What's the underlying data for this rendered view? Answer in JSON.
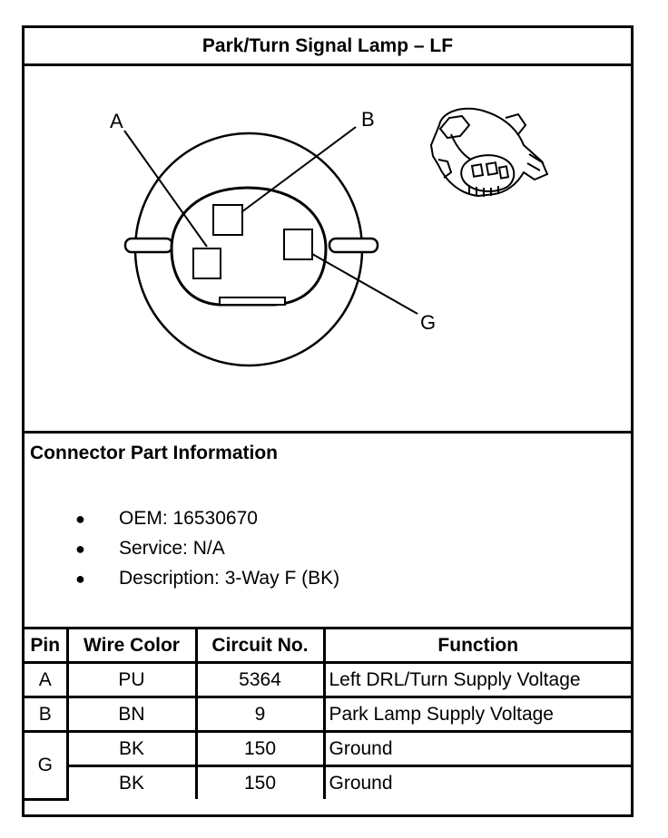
{
  "title": "Park/Turn Signal Lamp – LF",
  "figure": {
    "callouts": {
      "a": "A",
      "b": "B",
      "g": "G"
    }
  },
  "connector_info": {
    "heading": "Connector Part Information",
    "items": [
      "OEM: 16530670",
      "Service: N/A",
      "Description: 3-Way F (BK)"
    ],
    "bullet": "●"
  },
  "pin_table": {
    "headers": {
      "pin": "Pin",
      "wire_color": "Wire Color",
      "circuit": "Circuit No.",
      "function": "Function"
    },
    "rows": [
      {
        "pin": "A",
        "wire_color": "PU",
        "circuit": "5364",
        "function": "Left DRL/Turn Supply Voltage"
      },
      {
        "pin": "B",
        "wire_color": "BN",
        "circuit": "9",
        "function": "Park Lamp Supply Voltage"
      },
      {
        "pin": "G",
        "wire_color": "BK",
        "circuit": "150",
        "function": "Ground"
      },
      {
        "pin": "",
        "wire_color": "BK",
        "circuit": "150",
        "function": "Ground"
      }
    ]
  }
}
